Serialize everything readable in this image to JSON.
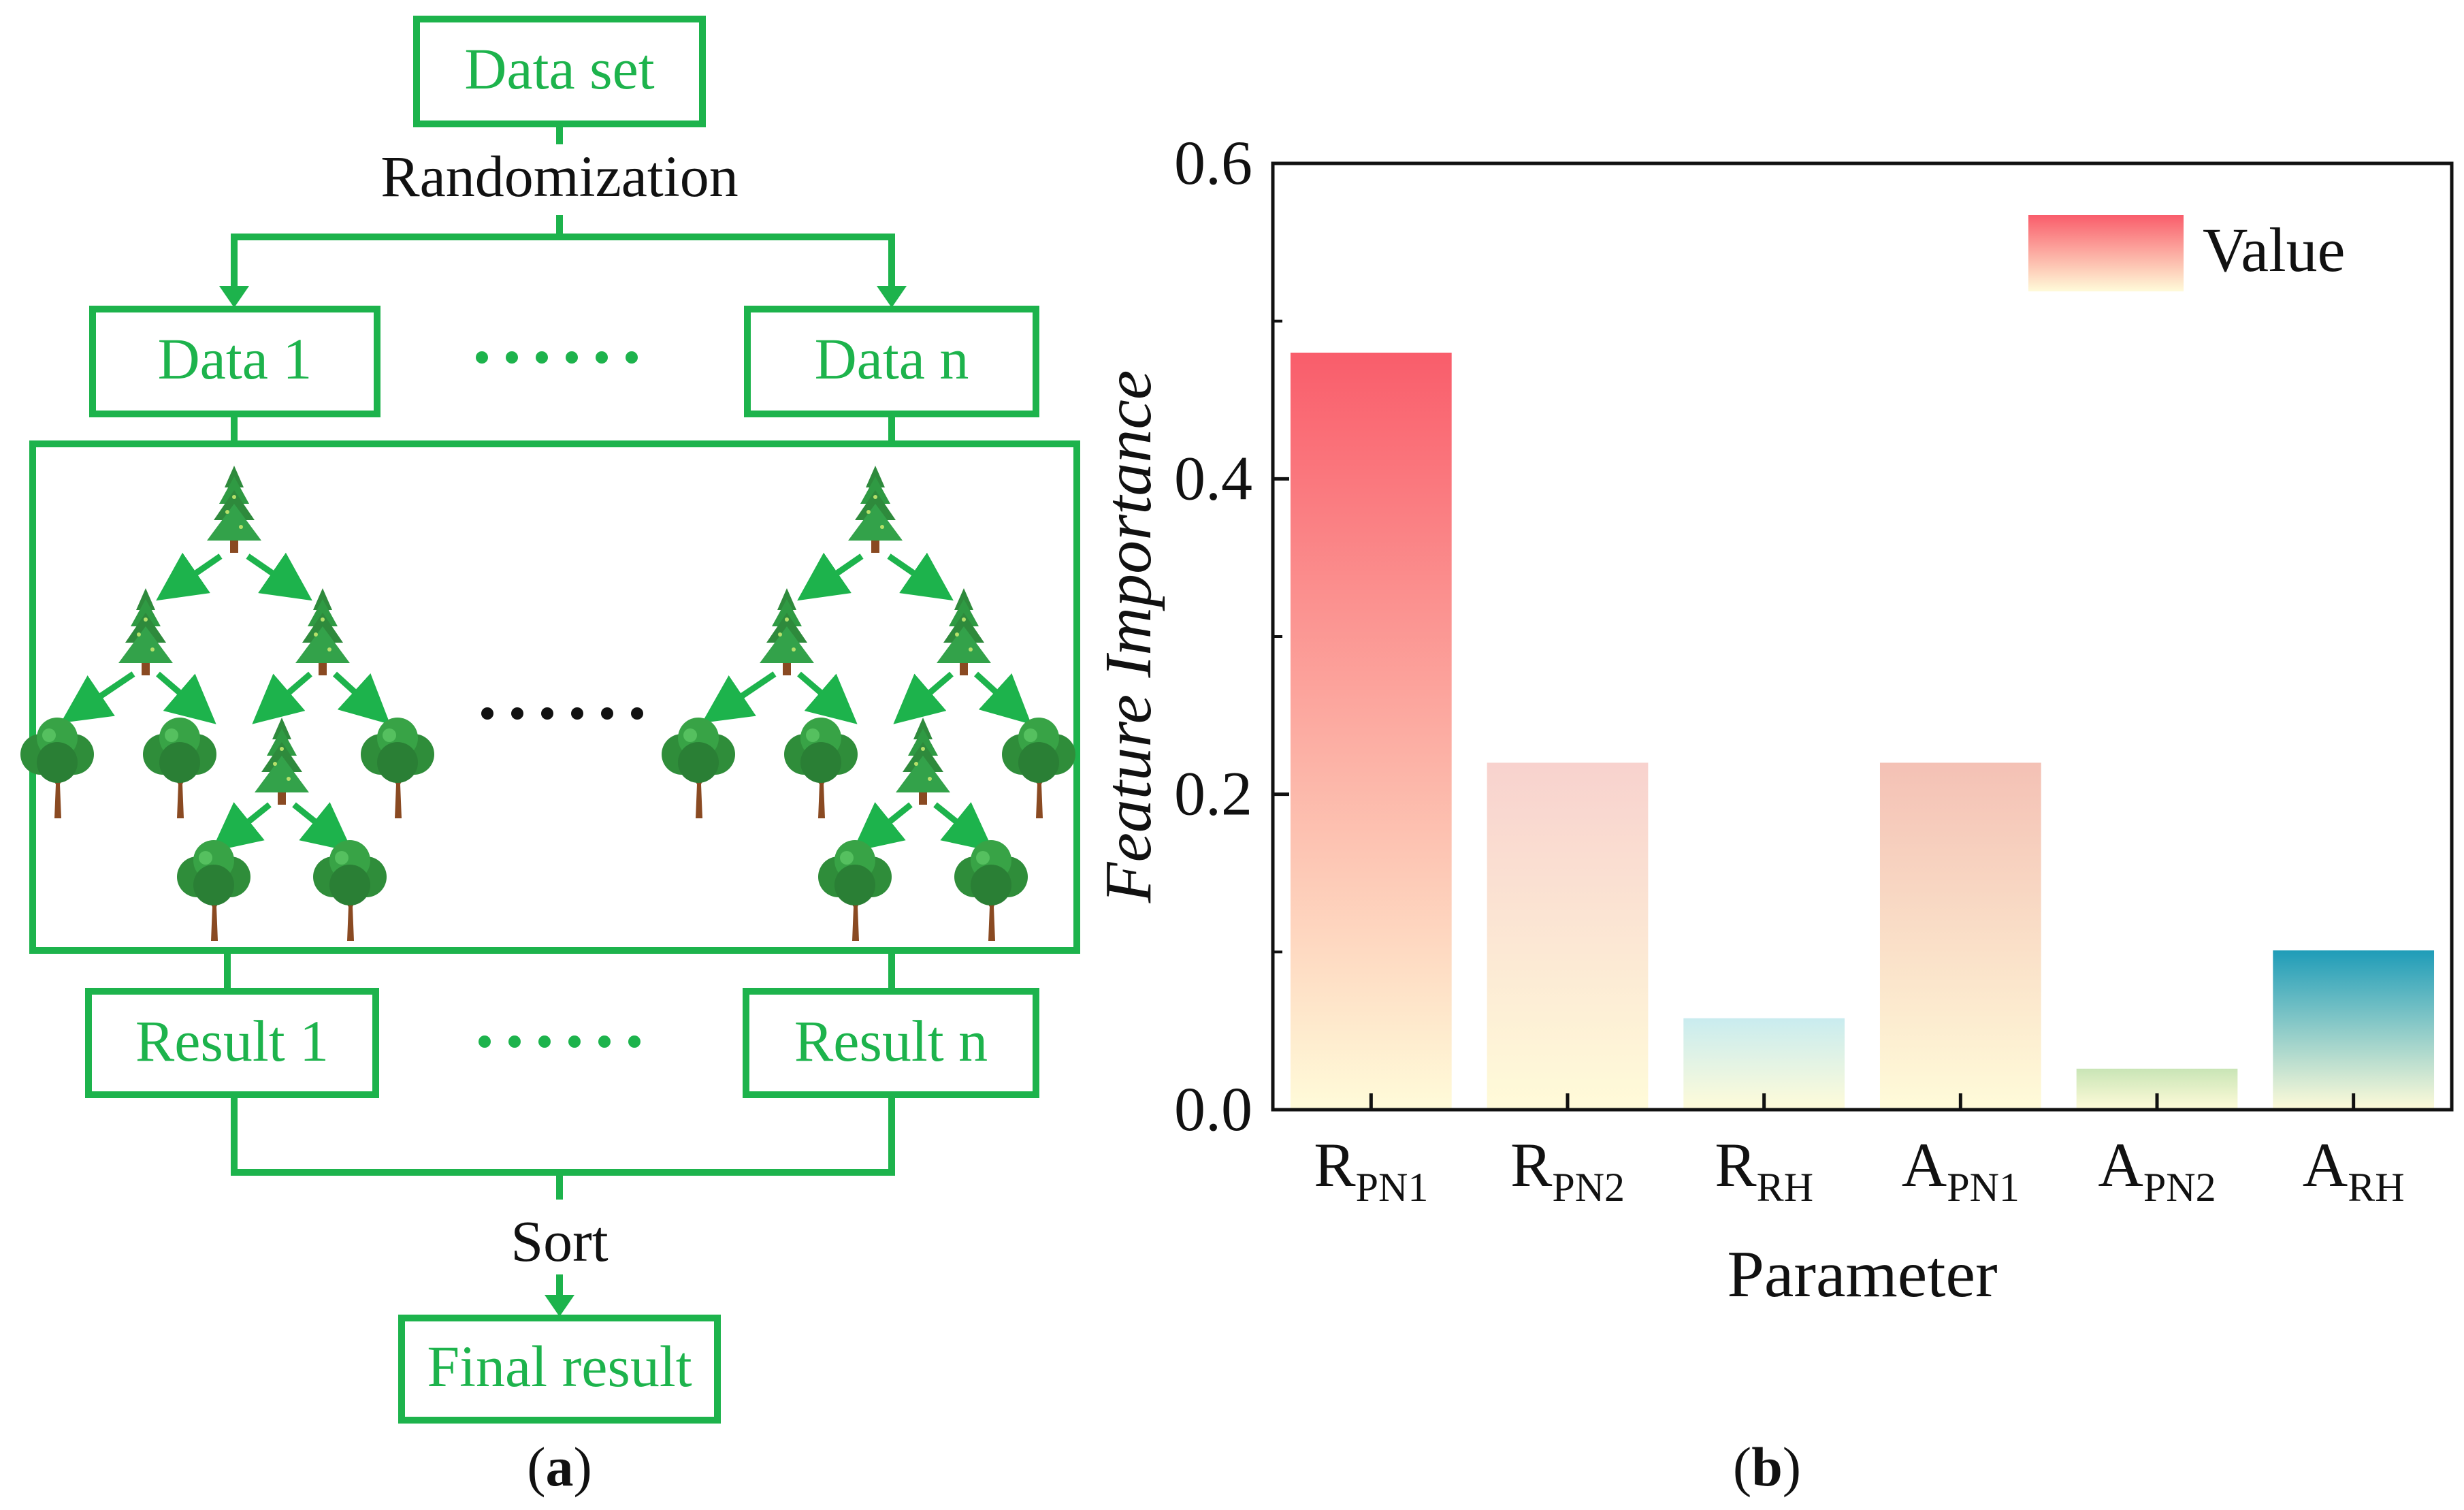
{
  "panel_a": {
    "top_box": "Data set",
    "randomization": "Randomization",
    "data_left": "Data 1",
    "data_right": "Data n",
    "result_left": "Result 1",
    "result_right": "Result n",
    "sort": "Sort",
    "final_box": "Final result",
    "caption": "a",
    "accent_color": "#1db34c"
  },
  "panel_b": {
    "caption": "b"
  },
  "chart_data": {
    "type": "bar",
    "categories": [
      {
        "main": "R",
        "sub": "PN1"
      },
      {
        "main": "R",
        "sub": "PN2"
      },
      {
        "main": "R",
        "sub": "RH"
      },
      {
        "main": "A",
        "sub": "PN1"
      },
      {
        "main": "A",
        "sub": "PN2"
      },
      {
        "main": "A",
        "sub": "RH"
      }
    ],
    "values": [
      0.48,
      0.22,
      0.058,
      0.22,
      0.026,
      0.101
    ],
    "xlabel": "Parameter",
    "ylabel": "Feature Importance",
    "ylim": [
      0,
      0.6
    ],
    "yticks": [
      "0.0",
      "0.2",
      "0.4",
      "0.6"
    ],
    "legend": {
      "label": "Value",
      "placement": "top-right"
    },
    "bar_colors": [
      {
        "top": "#f95d6b",
        "bottom": "#fffbd9"
      },
      {
        "top": "#f8d2ce",
        "bottom": "#fffbd9"
      },
      {
        "top": "#c9ecef",
        "bottom": "#fffbd9"
      },
      {
        "top": "#f4c1b5",
        "bottom": "#fffbd9"
      },
      {
        "top": "#c9e5b6",
        "bottom": "#fffbd9"
      },
      {
        "top": "#1f9cb8",
        "bottom": "#fffbd9"
      }
    ],
    "grid": false
  }
}
